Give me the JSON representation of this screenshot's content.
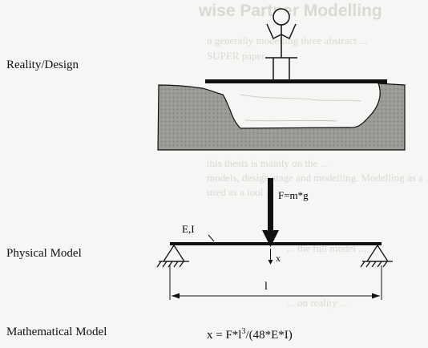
{
  "background": {
    "title": "wise Partner Modelling",
    "lines": [
      "n generally modelling three abstract ...",
      "SUPER paper.",
      "this thesis is mainly on the ...",
      "models, design stage and modelling. Modelling as a ...",
      "used as a tool ...",
      "... the full model ...",
      "... on reality ..."
    ]
  },
  "labels": {
    "reality": "Reality/Design",
    "physical": "Physical Model",
    "mathematical": "Mathematical Model"
  },
  "diagram": {
    "force": "F=m*g",
    "material": "E,I",
    "deflection": "x",
    "length": "l"
  },
  "equation": {
    "lhs": "x = F*l",
    "exp": "3",
    "rhs": "/(48*E*I)"
  },
  "colors": {
    "terrain": "#9a9a96",
    "ink": "#111111",
    "background": "#f6f6f4",
    "faded_text": "#d9d9d6"
  }
}
